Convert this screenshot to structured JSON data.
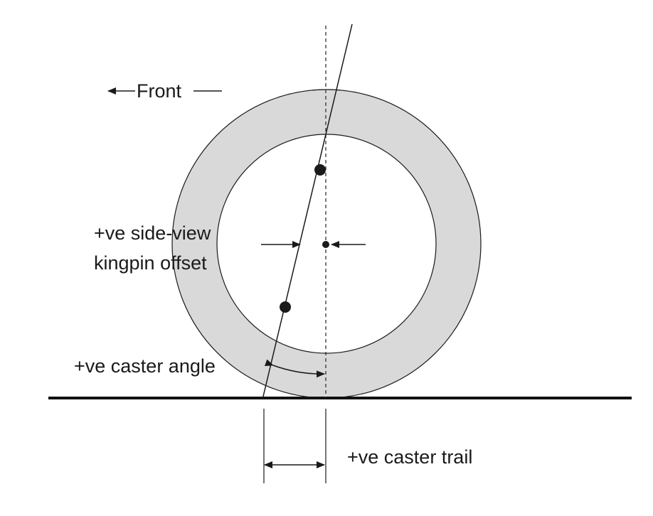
{
  "labels": {
    "front": "Front",
    "kingpin_offset_line1": "+ve side-view",
    "kingpin_offset_line2": "kingpin offset",
    "caster_angle": "+ve caster angle",
    "caster_trail": "+ve caster trail"
  },
  "colors": {
    "tire_fill": "#d9d9d9",
    "line": "#1a1a1a",
    "background": "#ffffff"
  }
}
